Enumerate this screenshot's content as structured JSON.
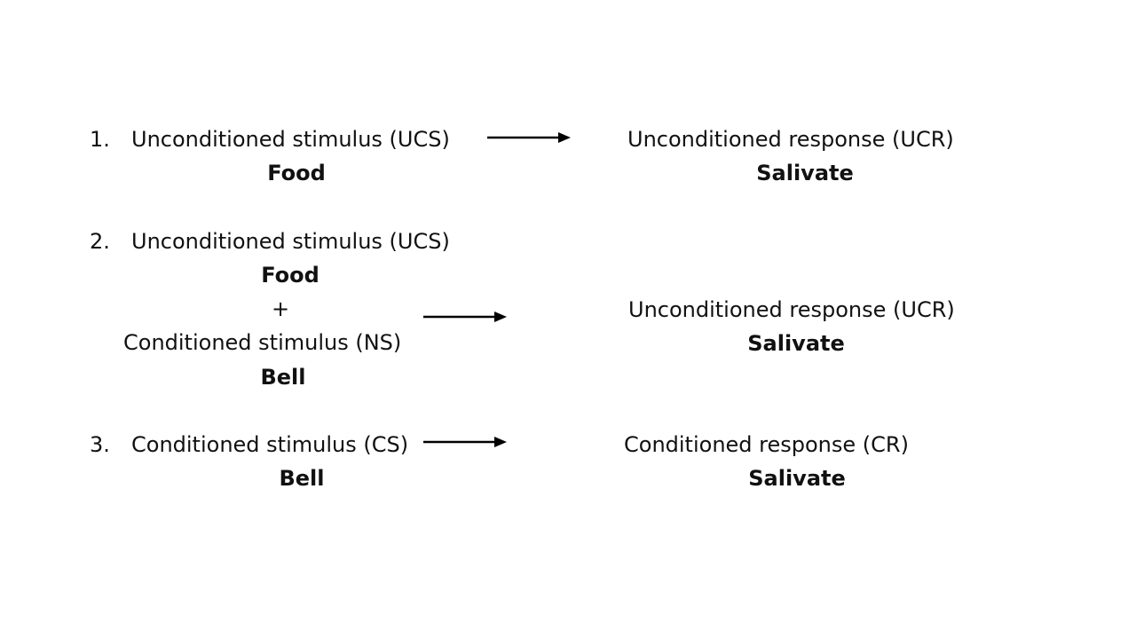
{
  "steps": [
    {
      "number": "1.",
      "stimulus": "Unconditioned stimulus (UCS)",
      "stimulus_example": "Food",
      "response": "Unconditioned response (UCR)",
      "response_example": "Salivate"
    },
    {
      "number": "2.",
      "stimulus": "Unconditioned stimulus (UCS)",
      "stimulus_example": "Food",
      "plus": "+",
      "stimulus2": "Conditioned stimulus (NS)",
      "stimulus2_example": "Bell",
      "response": "Unconditioned response (UCR)",
      "response_example": "Salivate"
    },
    {
      "number": "3.",
      "stimulus": "Conditioned stimulus (CS)",
      "stimulus_example": "Bell",
      "response": "Conditioned response (CR)",
      "response_example": "Salivate"
    }
  ],
  "colors": {
    "text": "#111111",
    "arrow": "#000000",
    "background": "#ffffff"
  }
}
